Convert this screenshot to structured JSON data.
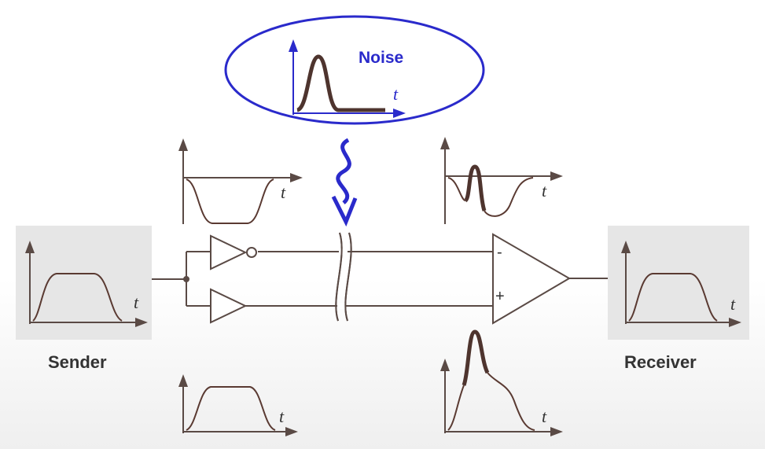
{
  "labels": {
    "noise": "Noise",
    "sender": "Sender",
    "receiver": "Receiver",
    "time_axis": "t"
  },
  "amplifier": {
    "inverting_sign": "-",
    "noninverting_sign": "+"
  },
  "colors": {
    "noise_accent": "#2a2acb",
    "waveform": "#5a3a32",
    "noise_pulse": "#4e342e",
    "wire": "#5a4a45",
    "box_fill": "#e6e6e6"
  },
  "icons": {
    "noise_arrow": "squiggly-arrow-down",
    "inverter": "triangle-buffer-with-bubble",
    "buffer": "triangle-buffer",
    "break_mark": "double-tilde-line-break",
    "amplifier": "differential-amplifier"
  }
}
